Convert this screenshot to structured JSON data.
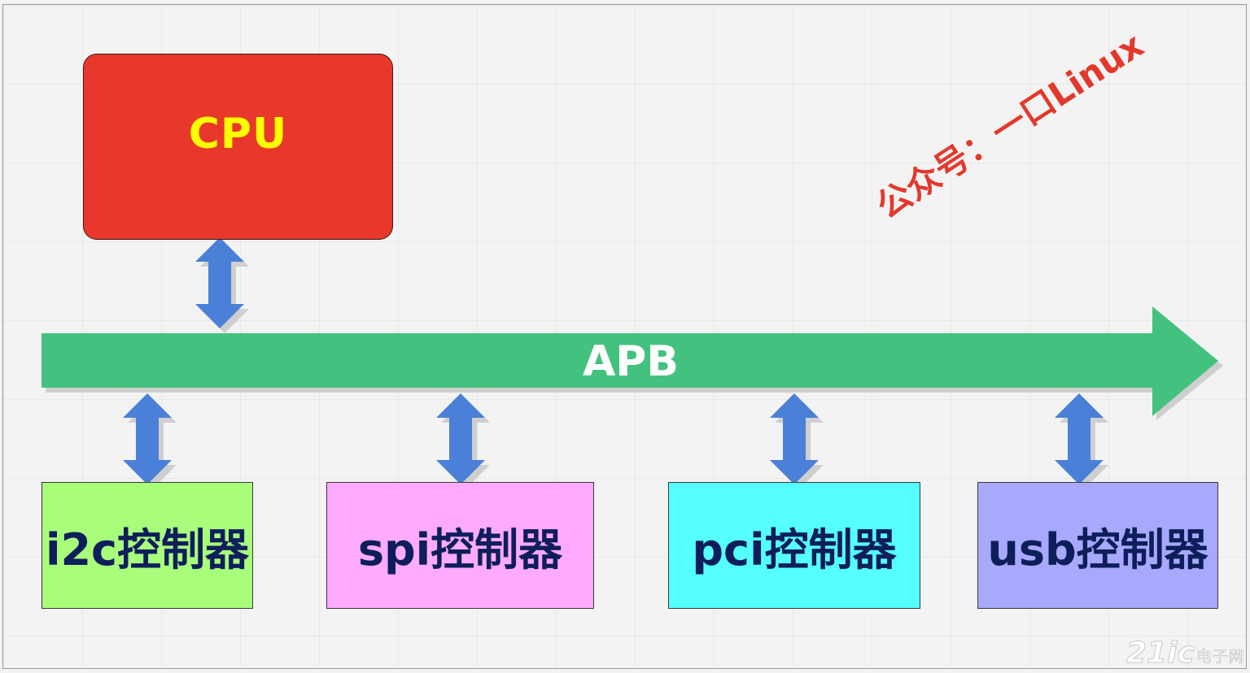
{
  "cpu": {
    "label": "CPU",
    "color": "#e8382b",
    "text_color": "#ffff00"
  },
  "bus": {
    "label": "APB",
    "color": "#43c27f"
  },
  "link_arrow_color": "#4a80d8",
  "controllers": [
    {
      "label": "i2c控制器",
      "color": "#a8fd7b"
    },
    {
      "label": "spi控制器",
      "color": "#feaafe"
    },
    {
      "label": "pci控制器",
      "color": "#54fffe"
    },
    {
      "label": "usb控制器",
      "color": "#a8a8fc"
    }
  ],
  "watermark": {
    "text": "公众号：一口Linux",
    "color": "#e2392c"
  },
  "logo": {
    "brand": "21ic",
    "text": "电子网"
  }
}
